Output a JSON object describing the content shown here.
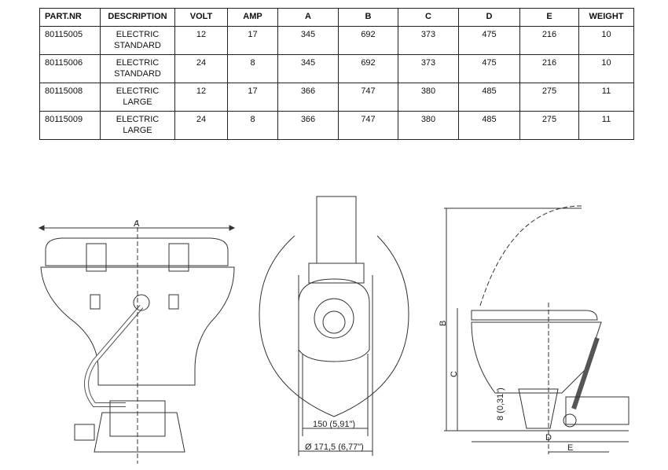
{
  "table": {
    "headers": [
      "PART.NR",
      "DESCRIPTION",
      "VOLT",
      "AMP",
      "A",
      "B",
      "C",
      "D",
      "E",
      "WEIGHT"
    ],
    "rows": [
      [
        "80115005",
        "ELECTRIC STANDARD",
        "12",
        "17",
        "345",
        "692",
        "373",
        "475",
        "216",
        "10"
      ],
      [
        "80115006",
        "ELECTRIC STANDARD",
        "24",
        "8",
        "345",
        "692",
        "373",
        "475",
        "216",
        "10"
      ],
      [
        "80115008",
        "ELECTRIC LARGE",
        "12",
        "17",
        "366",
        "747",
        "380",
        "485",
        "275",
        "11"
      ],
      [
        "80115009",
        "ELECTRIC LARGE",
        "24",
        "8",
        "366",
        "747",
        "380",
        "485",
        "275",
        "11"
      ]
    ]
  },
  "drawings": {
    "front": {
      "dim_a": "A"
    },
    "top": {
      "dim_150": "150  (5,91\")",
      "dim_dia": "Ø 171,5  (6,77\")"
    },
    "side": {
      "dim_b": "B",
      "dim_c": "C",
      "dim_d": "D",
      "dim_e": "E",
      "dim_8": "8 (0,31\")"
    }
  }
}
